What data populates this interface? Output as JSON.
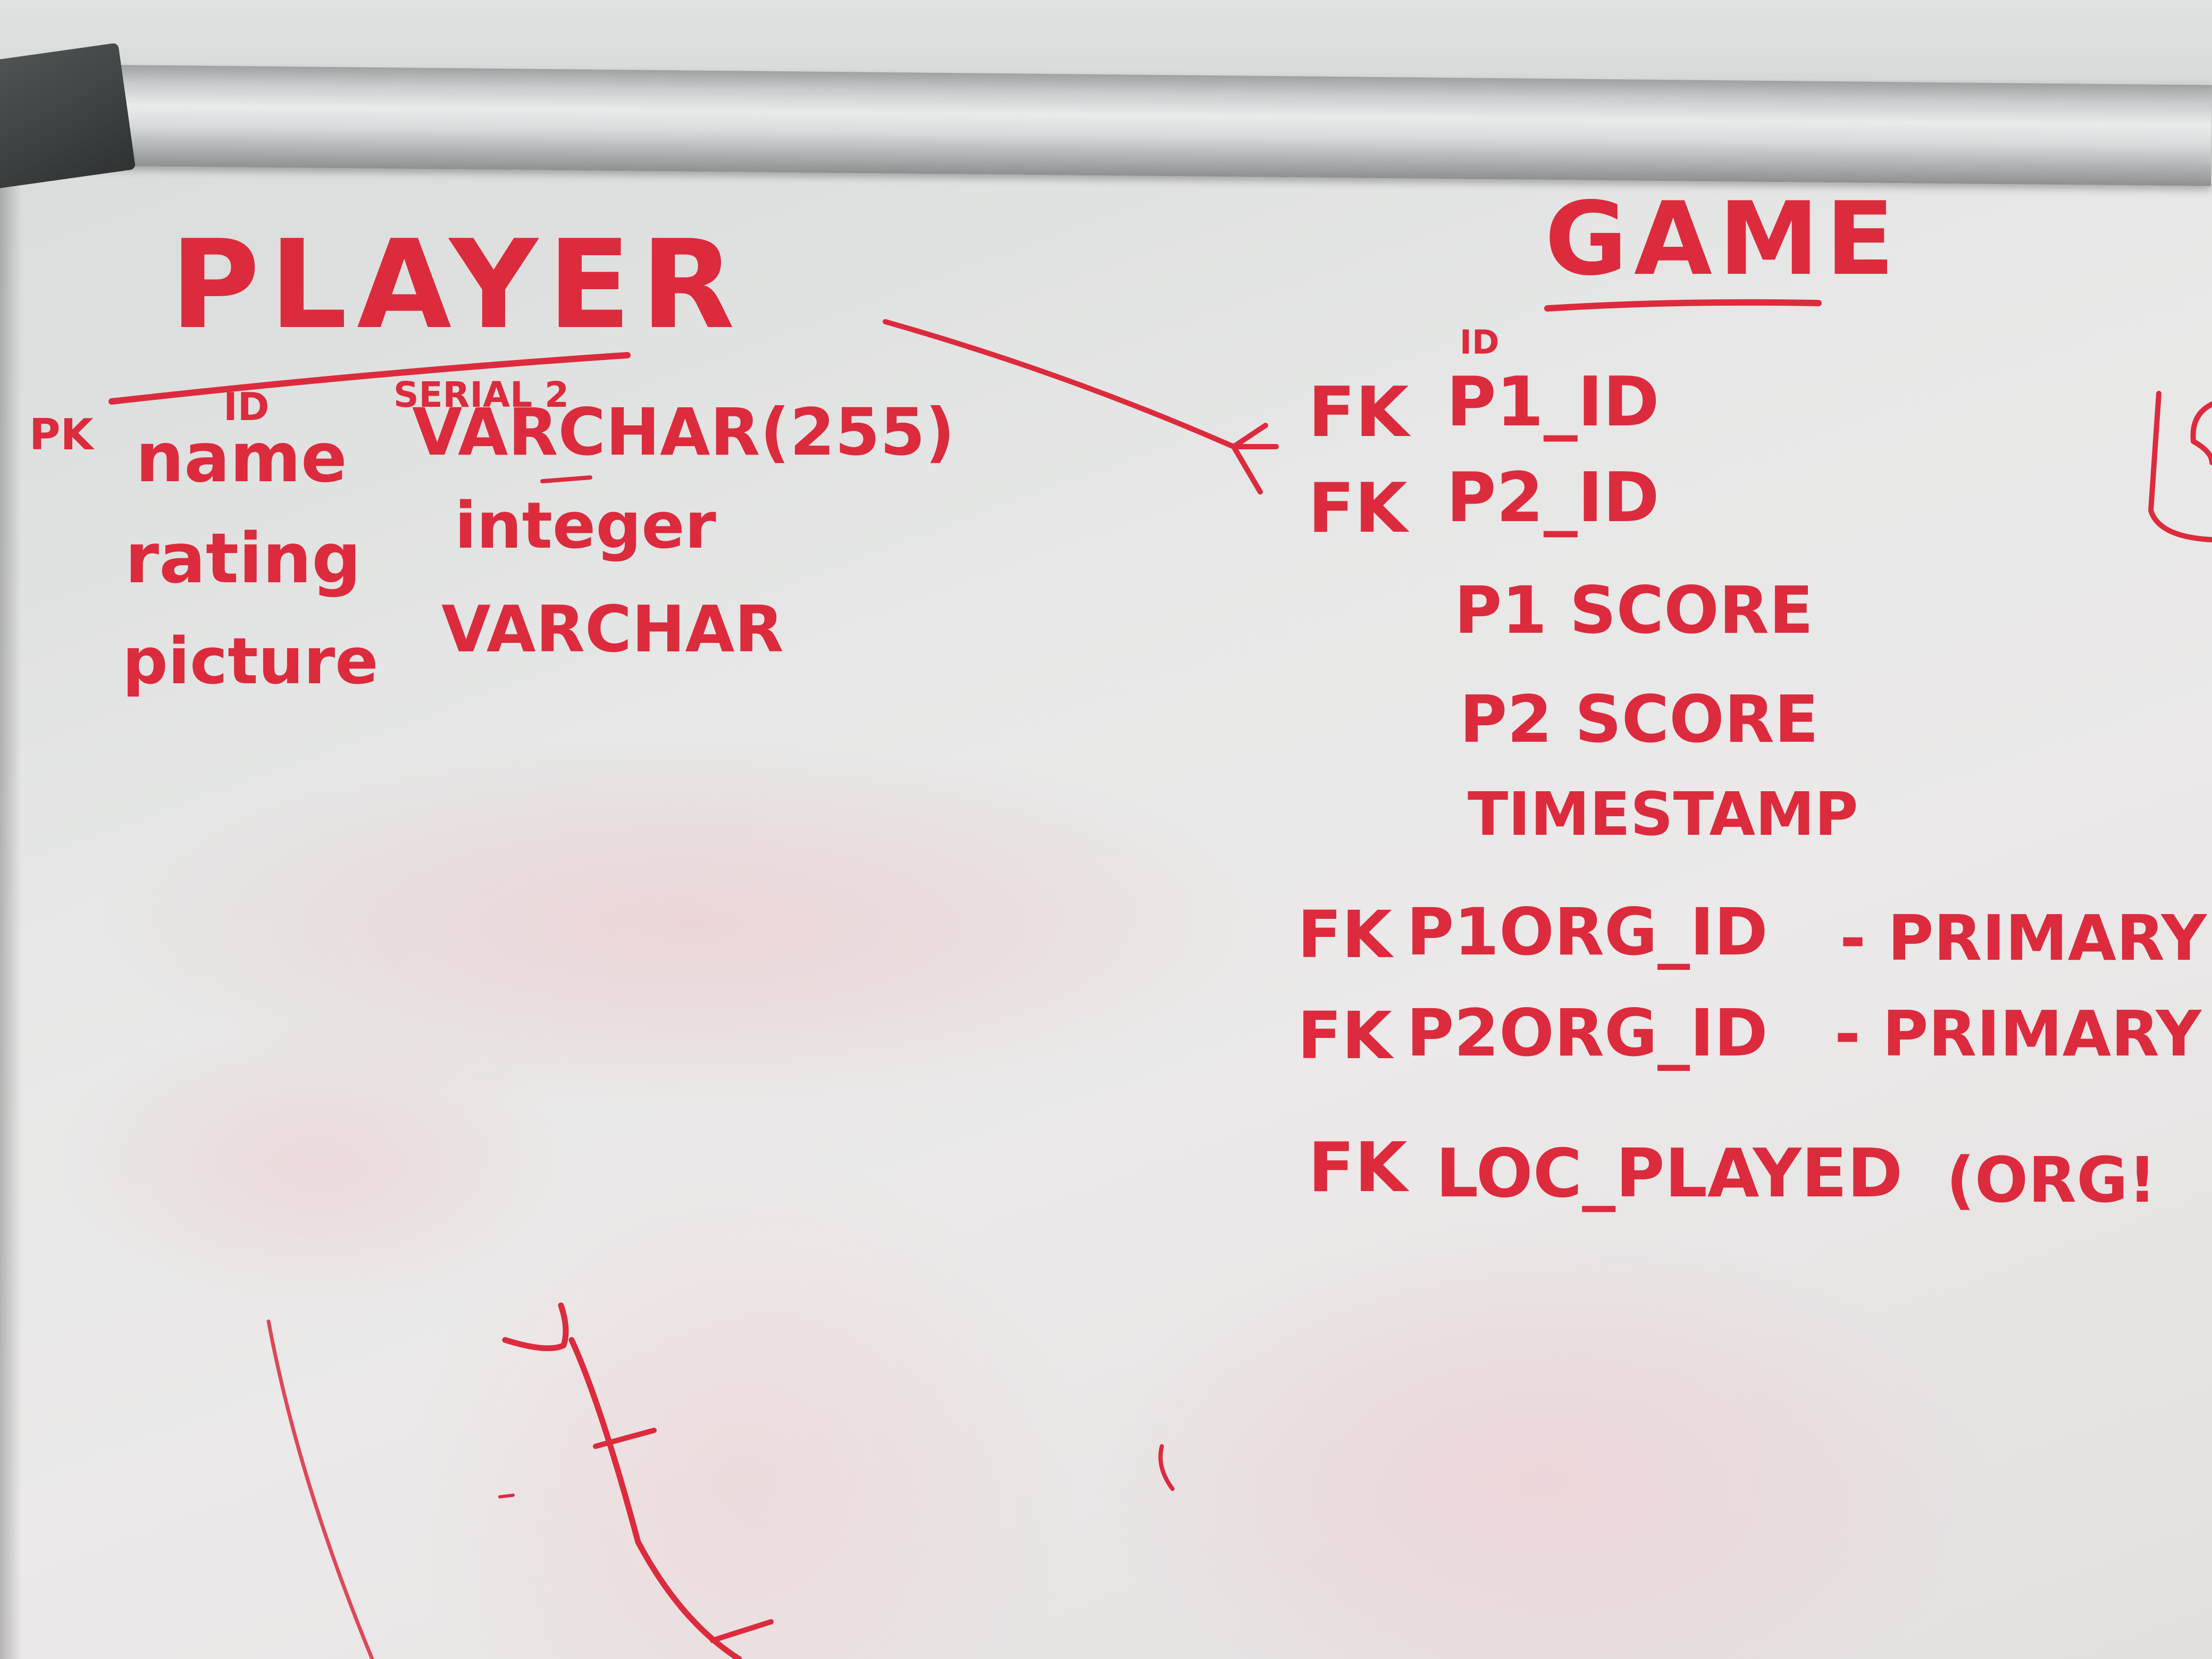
{
  "board": {
    "player": {
      "title": "PLAYER",
      "pk_label": "PK",
      "id_label": "ID",
      "serial_label": "SERIAL 2",
      "rows": [
        {
          "field": "name",
          "type": "VARCHAR(255)"
        },
        {
          "field": "rating",
          "type": "integer"
        },
        {
          "field": "picture",
          "type": "VARCHAR"
        }
      ]
    },
    "game": {
      "title": "GAME",
      "id_label": "ID",
      "fk_rows": [
        {
          "prefix": "FK",
          "field": "P1_ID"
        },
        {
          "prefix": "FK",
          "field": "P2_ID"
        }
      ],
      "plain_rows": [
        {
          "field": "P1 SCORE"
        },
        {
          "field": "P2 SCORE"
        },
        {
          "field": "TIMESTAMP"
        }
      ],
      "org_rows": [
        {
          "prefix": "FK",
          "field": "P1ORG_ID",
          "note": "- PRIMARY"
        },
        {
          "prefix": "FK",
          "field": "P2ORG_ID",
          "note": "- PRIMARY"
        },
        {
          "prefix": "FK",
          "field": "LOC_PLAYED",
          "note": "(ORG!"
        }
      ]
    },
    "ink_color": "#dc2b3d"
  }
}
